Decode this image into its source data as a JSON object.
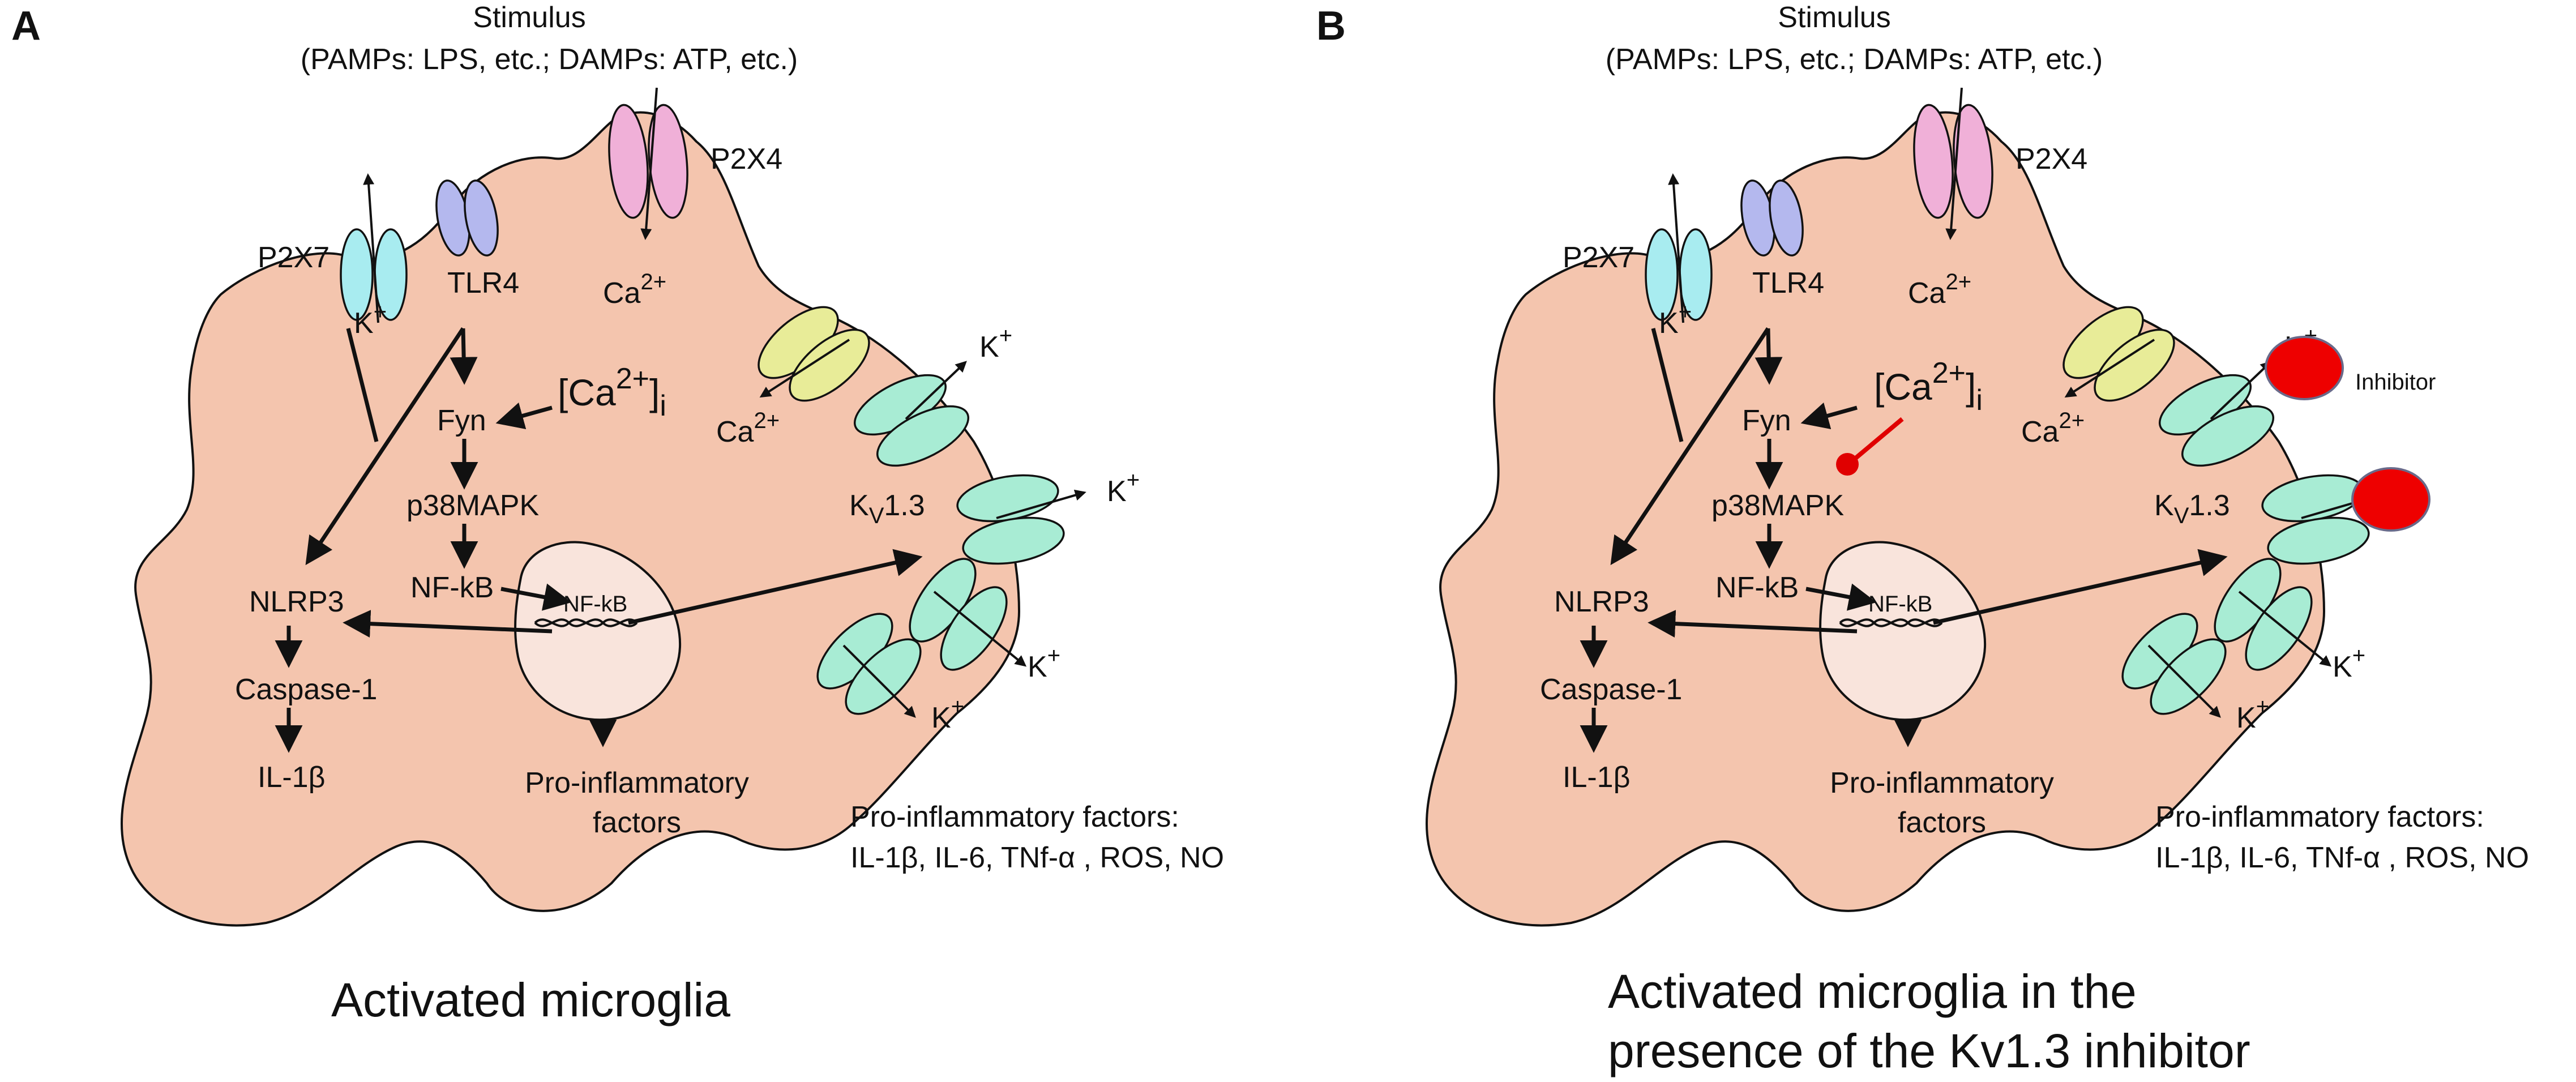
{
  "panels": [
    {
      "letter": "A",
      "stimulus_line1": "Stimulus",
      "stimulus_line2": "(PAMPs: LPS, etc.; DAMPs: ATP, etc.)",
      "p2x4": "P2X4",
      "p2x7": "P2X7",
      "tlr4": "TLR4",
      "ca_base": "Ca",
      "ca_sup": "2+",
      "k_base": "K",
      "k_sup": "+",
      "ca_i_base": "[Ca",
      "ca_i_sup": "2+",
      "ca_i_close": "]",
      "ca_i_sub": "i",
      "fyn": "Fyn",
      "p38": "p38MAPK",
      "nfkb": "NF-kB",
      "nfkb_nuc": "NF-kB",
      "nlrp3": "NLRP3",
      "casp1": "Caspase-1",
      "il1b": "IL-1β",
      "kv_base": "K",
      "kv_sub": "V",
      "kv_rest": "1.3",
      "proinf_1": "Pro-inflammatory",
      "proinf_2": "factors",
      "factors_title": "Pro-inflammatory factors:",
      "factors_list": "IL-1β, IL-6, TNf-α , ROS, NO",
      "inhibitor": "",
      "caption_1": "Activated microglia",
      "caption_2": ""
    },
    {
      "letter": "B",
      "stimulus_line1": "Stimulus",
      "stimulus_line2": "(PAMPs: LPS, etc.; DAMPs: ATP, etc.)",
      "p2x4": "P2X4",
      "p2x7": "P2X7",
      "tlr4": "TLR4",
      "ca_base": "Ca",
      "ca_sup": "2+",
      "k_base": "K",
      "k_sup": "+",
      "ca_i_base": "[Ca",
      "ca_i_sup": "2+",
      "ca_i_close": "]",
      "ca_i_sub": "i",
      "fyn": "Fyn",
      "p38": "p38MAPK",
      "nfkb": "NF-kB",
      "nfkb_nuc": "NF-kB",
      "nlrp3": "NLRP3",
      "casp1": "Caspase-1",
      "il1b": "IL-1β",
      "kv_base": "K",
      "kv_sub": "V",
      "kv_rest": "1.3",
      "proinf_1": "Pro-inflammatory",
      "proinf_2": "factors",
      "factors_title": "Pro-inflammatory factors:",
      "factors_list": "IL-1β, IL-6, TNf-α , ROS, NO",
      "inhibitor": "Inhibitor",
      "caption_1": "Activated microglia in the",
      "caption_2": "presence of the Kv1.3 inhibitor"
    }
  ],
  "colors": {
    "cell": "#f4c5ae",
    "nucleus": "#f9e4dc",
    "p2x7": "#a8ecf0",
    "tlr4": "#b4b8ee",
    "p2x4": "#f0b0d8",
    "ca_channel": "#e8ec98",
    "kv13": "#a8ecd4",
    "inhibitor": "#ee0000",
    "inhibit_line": "#e00000"
  }
}
